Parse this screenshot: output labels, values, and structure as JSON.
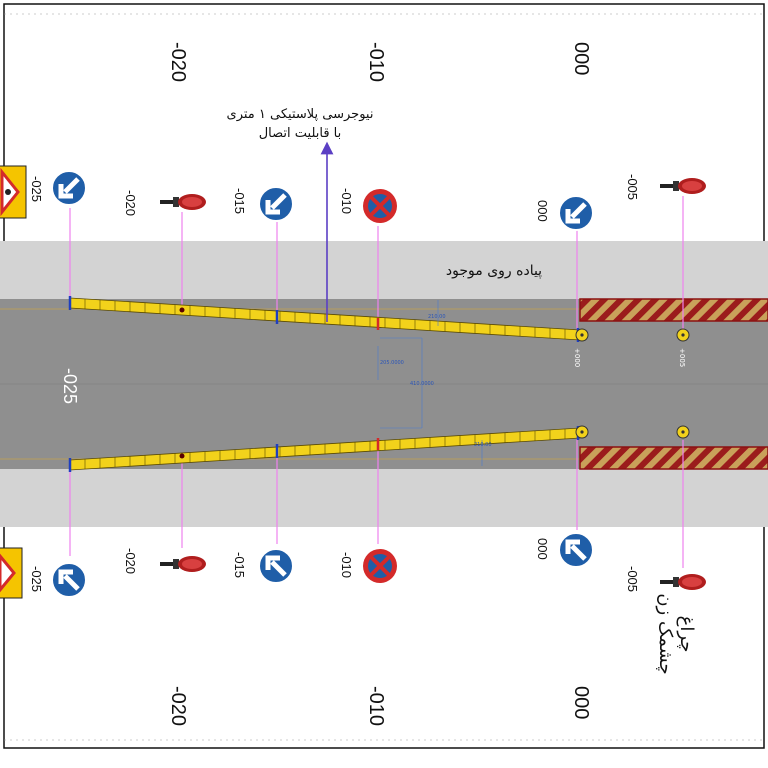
{
  "annotations": {
    "barrier_note_line1": "نیوجرسی پلاستیکی ۱ متری",
    "barrier_note_line2": "با قابلیت اتصال",
    "sidewalk": "پیاده روی موجود",
    "flasher_line1": "چراغ",
    "flasher_line2": "چشمک زن"
  },
  "stations": {
    "top_000": "000",
    "top_010": "-010",
    "top_020": "-020",
    "bottom_000": "000",
    "bottom_010": "-010",
    "bottom_020": "-020",
    "road_025": "-025"
  },
  "sign_labels": {
    "top_025": "-025",
    "top_020": "-020",
    "top_015": "-015",
    "top_010": "-010",
    "top_000": "000",
    "top_005": "-005",
    "bottom_025": "-025",
    "bottom_020": "-020",
    "bottom_015": "-015",
    "bottom_010": "-010",
    "bottom_000": "000",
    "bottom_005": "-005"
  },
  "chainage": {
    "p000": "+000",
    "p005": "+005"
  },
  "dimensions": {
    "d210_top": "210.00",
    "d205": "205.0000",
    "d410": "410.0000",
    "d210_bottom": "210.00"
  },
  "colors": {
    "road": "#8f8f8f",
    "sidewalk": "#d3d3d3",
    "barrier": "#f2d21b",
    "guide_line": "#ee82ee",
    "sign_blue": "#1f5ea8",
    "no_stop_red": "#d42a2a",
    "hatch_red": "#9b1c1c",
    "arrow_purple": "#5b3fc4"
  }
}
